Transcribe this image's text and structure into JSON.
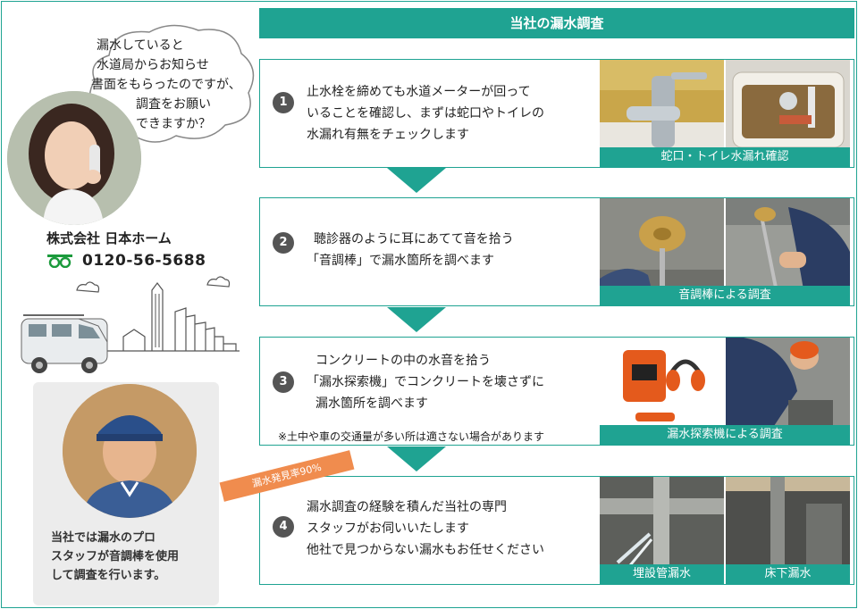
{
  "speech": {
    "lines": [
      "漏水していると",
      "水道局からお知らせ",
      "書面をもらったのですが、",
      "調査をお願い",
      "できますか？"
    ]
  },
  "company": {
    "name": "株式会社 日本ホーム",
    "phone": "0120-56-5688",
    "phone_icon": "freedial-icon"
  },
  "pro": {
    "lines": [
      "当社では漏水のプロ",
      "スタッフが音調棒を使用",
      "して調査を行います。"
    ]
  },
  "header": {
    "title": "当社の漏水調査"
  },
  "ribbon": {
    "label": "漏水発見率90%"
  },
  "steps": [
    {
      "number": "1",
      "lines": [
        "止水栓を締めても水道メーターが回って",
        "いることを確認し、まずは蛇口やトイレの",
        "水漏れ有無をチェックします"
      ],
      "photos": [
        "faucet-photo",
        "toilet-tank-photo"
      ],
      "captions": [
        "蛇口・トイレ水漏れ確認"
      ]
    },
    {
      "number": "2",
      "lines": [
        "聴診器のように耳にあてて音を拾う",
        "「音調棒」で漏水箇所を調べます"
      ],
      "photos": [
        "sound-rod-photo",
        "rod-on-ground-photo"
      ],
      "captions": [
        "音調棒による調査"
      ]
    },
    {
      "number": "3",
      "lines": [
        "コンクリートの中の水音を拾う",
        "「漏水探索機」でコンクリートを壊さずに",
        "漏水箇所を調べます"
      ],
      "note": "※土中や車の交通量が多い所は適さない場合があります",
      "photos": [
        "leak-detector-photo",
        "worker-detector-photo"
      ],
      "captions": [
        "漏水探索機による調査"
      ]
    },
    {
      "number": "4",
      "lines": [
        "漏水調査の経験を積んだ当社の専門",
        "スタッフがお伺いいたします",
        "他社で見つからない漏水もお任せください"
      ],
      "photos": [
        "buried-pipe-photo",
        "underfloor-pipe-photo"
      ],
      "captions": [
        "埋設管漏水",
        "床下漏水"
      ]
    }
  ],
  "colors": {
    "accent": "#1fa392",
    "ribbon": "#f08c4e",
    "number_bg": "#555555"
  }
}
